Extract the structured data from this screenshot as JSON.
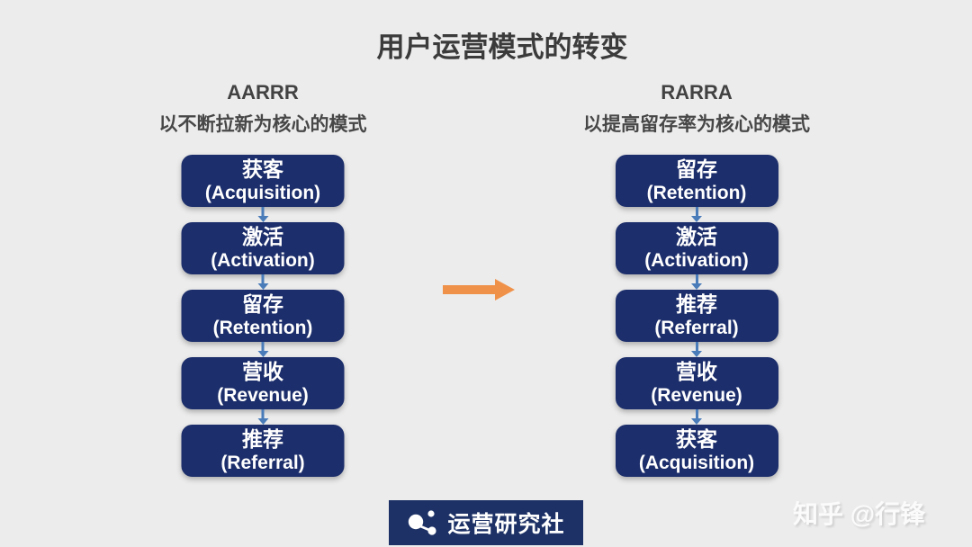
{
  "page": {
    "title": "用户运营模式的转变",
    "background_color": "#ececec"
  },
  "colors": {
    "stage_box_navy": "#1c2e6b",
    "connector_blue": "#4a7cba",
    "transform_arrow_orange": "#f0914a",
    "title_text": "#3b3b3b",
    "stage_box_text": "#ffffff",
    "footer_banner_navy": "#1d3166"
  },
  "left_column": {
    "model_name": "AARRR",
    "model_description": "以不断拉新为核心的模式",
    "stages": [
      {
        "zh": "获客",
        "en": "(Acquisition)"
      },
      {
        "zh": "激活",
        "en": "(Activation)"
      },
      {
        "zh": "留存",
        "en": "(Retention)"
      },
      {
        "zh": "营收",
        "en": "(Revenue)"
      },
      {
        "zh": "推荐",
        "en": "(Referral)"
      }
    ]
  },
  "right_column": {
    "model_name": "RARRA",
    "model_description": "以提高留存率为核心的模式",
    "stages": [
      {
        "zh": "留存",
        "en": "(Retention)"
      },
      {
        "zh": "激活",
        "en": "(Activation)"
      },
      {
        "zh": "推荐",
        "en": "(Referral)"
      },
      {
        "zh": "营收",
        "en": "(Revenue)"
      },
      {
        "zh": "获客",
        "en": "(Acquisition)"
      }
    ]
  },
  "footer": {
    "brand_icon": "molecule-icon",
    "brand_name": "运营研究社",
    "watermark": "知乎 @行锋"
  }
}
